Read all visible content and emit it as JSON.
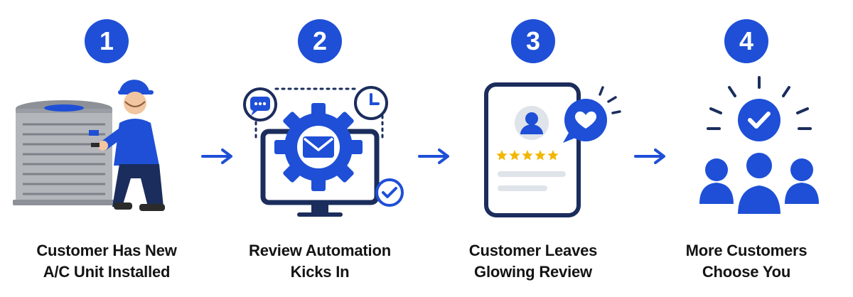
{
  "colors": {
    "brand_blue": "#1e4fd6",
    "navy": "#1b2d5c",
    "gray_unit": "#b3b6bb",
    "star": "#f2b705",
    "text": "#141414"
  },
  "steps": [
    {
      "number": "1",
      "caption_line1": "Customer Has New",
      "caption_line2": "A/C Unit Installed",
      "icons": [
        "technician-icon",
        "ac-unit-icon"
      ]
    },
    {
      "number": "2",
      "caption_line1": "Review Automation",
      "caption_line2": "Kicks In",
      "icons": [
        "monitor-icon",
        "gear-icon",
        "envelope-icon",
        "chat-bubble-icon",
        "clock-icon",
        "check-circle-icon"
      ]
    },
    {
      "number": "3",
      "caption_line1": "Customer Leaves",
      "caption_line2": "Glowing Review",
      "icons": [
        "tablet-icon",
        "user-avatar-icon",
        "heart-bubble-icon"
      ],
      "rating_stars": 5
    },
    {
      "number": "4",
      "caption_line1": "More Customers",
      "caption_line2": "Choose You",
      "icons": [
        "check-circle-icon",
        "customers-group-icon"
      ]
    }
  ]
}
